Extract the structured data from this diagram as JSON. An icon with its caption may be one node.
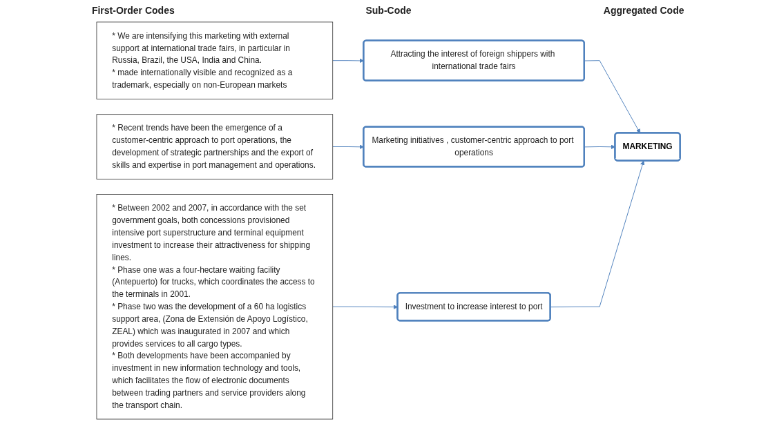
{
  "diagram": {
    "nodes": [
      {
        "text": [
          "* We are intensifying this marketing with external support at international trade fairs, in particular in Russia, Brazil, the USA, India and China.",
          "* made internationally visible and recognized as a trademark, especially on non-European markets"
        ]
      },
      {
        "text": [
          "* Recent trends have been the emergence of a customer-centric approach to port operations, the development of strategic partnerships and the export of skills and expertise in port management and operations."
        ]
      },
      {
        "text": [
          "* Between 2002 and 2007, in accordance with the set government goals, both concessions provisioned intensive port superstructure and terminal equipment investment to increase their attractiveness for shipping lines.",
          "* Phase one was a four-hectare waiting facility (Antepuerto) for trucks, which coordinates the access to the terminals in 2001.",
          "* Phase two was the development of a 60 ha logistics support area, (Zona de Extensión de Apoyo Logístico, ZEAL) which was inaugurated in 2007 and which provides services to all cargo types.",
          "* Both developments have been accompanied by investment in new information technology and tools, which facilitates the flow of electronic documents between trading partners and service providers along the transport chain."
        ]
      },
      {
        "text": [
          "Attracting the interest of foreign shippers with international trade fairs"
        ]
      },
      {
        "text": [
          "Marketing initiatives , customer-centric approach to port operations"
        ]
      },
      {
        "text": [
          "Investment to increase interest to port"
        ]
      },
      {
        "text": [
          "MARKETING"
        ]
      }
    ],
    "edges": [
      {
        "from": 0,
        "to": 3,
        "arrow": "to"
      },
      {
        "from": 1,
        "to": 4,
        "arrow": "to"
      },
      {
        "from": 2,
        "to": 5,
        "arrow": "to"
      },
      {
        "from": 3,
        "to": 6,
        "arrow": "to"
      },
      {
        "from": 4,
        "to": 6,
        "arrow": "to"
      },
      {
        "from": 5,
        "to": 6,
        "arrow": "to"
      }
    ],
    "labels": [
      "First-Order Codes",
      "Sub-Code",
      "Aggregated Code"
    ]
  }
}
